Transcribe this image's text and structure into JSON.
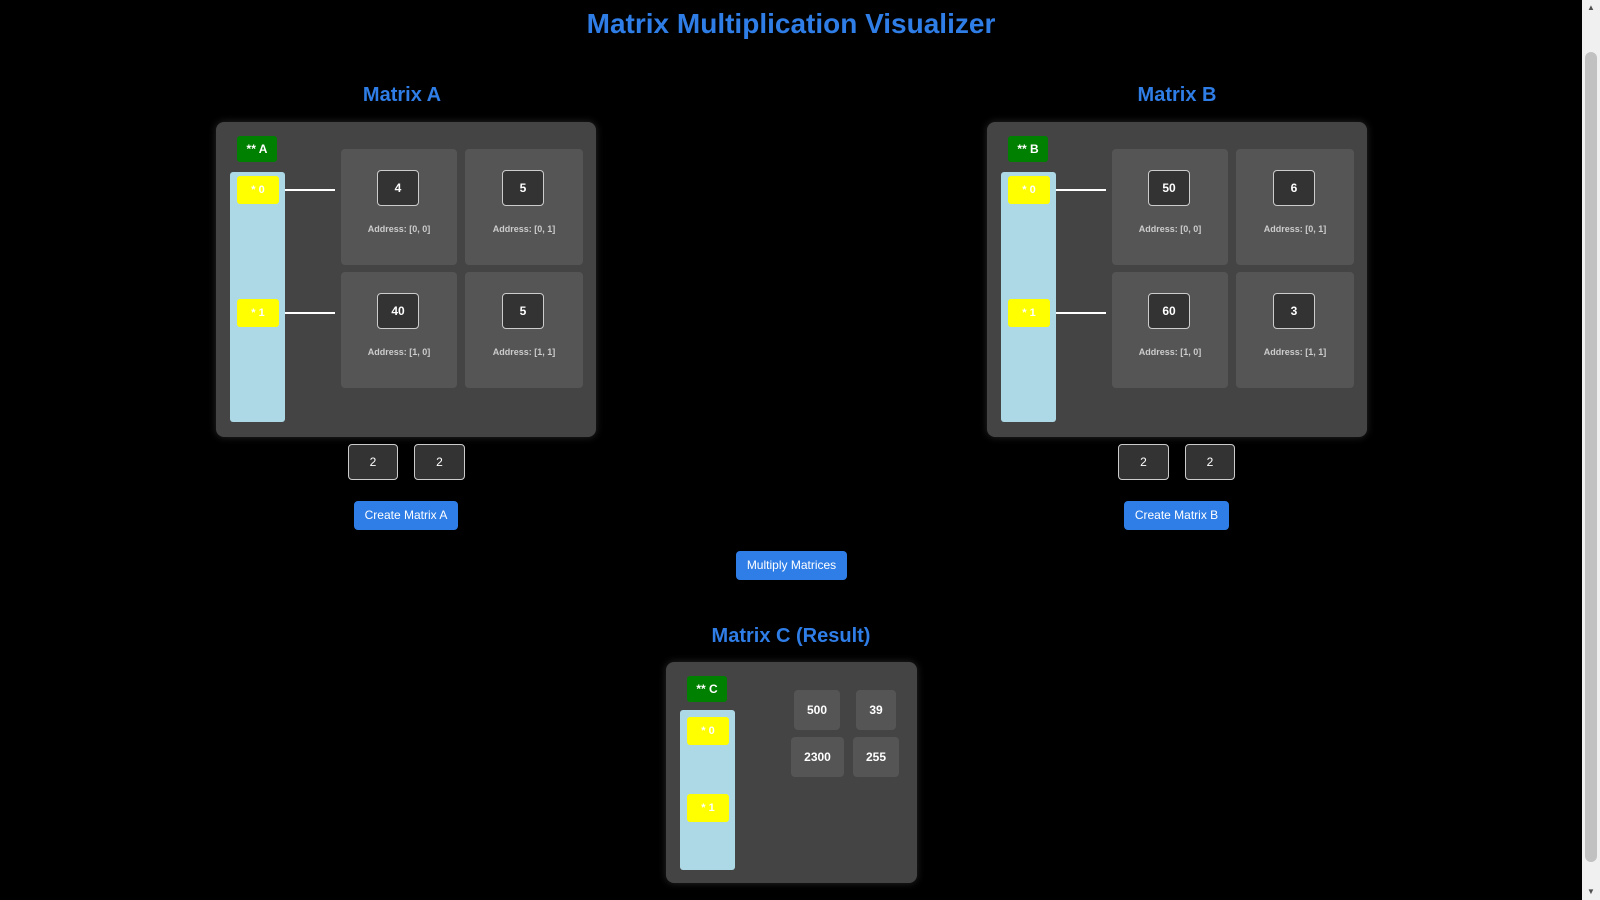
{
  "page": {
    "title": "Matrix Multiplication Visualizer"
  },
  "colors": {
    "accent": "#2f7de6",
    "double_pointer": "#008000",
    "row_pointer": "#ffff00",
    "pointer_strip": "#add8e6"
  },
  "matrix_a": {
    "title": "Matrix A",
    "pointer_label": "** A",
    "row_pointers": [
      "* 0",
      "* 1"
    ],
    "cells": [
      [
        {
          "value": "4",
          "address": "Address: [0, 0]"
        },
        {
          "value": "5",
          "address": "Address: [0, 1]"
        }
      ],
      [
        {
          "value": "40",
          "address": "Address: [1, 0]"
        },
        {
          "value": "5",
          "address": "Address: [1, 1]"
        }
      ]
    ],
    "rows_input": "2",
    "cols_input": "2",
    "create_label": "Create Matrix A"
  },
  "matrix_b": {
    "title": "Matrix B",
    "pointer_label": "** B",
    "row_pointers": [
      "* 0",
      "* 1"
    ],
    "cells": [
      [
        {
          "value": "50",
          "address": "Address: [0, 0]"
        },
        {
          "value": "6",
          "address": "Address: [0, 1]"
        }
      ],
      [
        {
          "value": "60",
          "address": "Address: [1, 0]"
        },
        {
          "value": "3",
          "address": "Address: [1, 1]"
        }
      ]
    ],
    "rows_input": "2",
    "cols_input": "2",
    "create_label": "Create Matrix B"
  },
  "multiply_label": "Multiply Matrices",
  "matrix_c": {
    "title": "Matrix C (Result)",
    "pointer_label": "** C",
    "row_pointers": [
      "* 0",
      "* 1"
    ],
    "cells": [
      [
        "500",
        "39"
      ],
      [
        "2300",
        "255"
      ]
    ]
  }
}
